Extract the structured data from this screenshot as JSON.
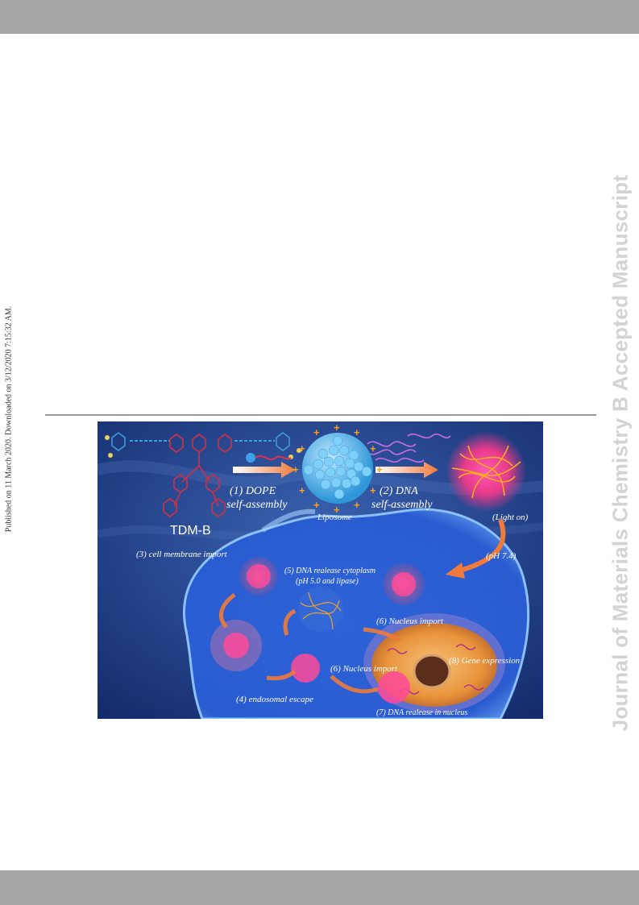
{
  "side_note": "Published on 11 March 2020. Downloaded on 3/12/2020 7:15:32 AM.",
  "watermark": "Journal of Materials Chemistry B Accepted Manuscript",
  "figure": {
    "compound": "TDM-B",
    "step1_line1": "(1) DOPE",
    "step1_line2": "self-assembly",
    "liposome": "Liposome",
    "step2_line1": "(2) DNA",
    "step2_line2": "self-assembly",
    "light_on": "(Light on)",
    "ph74": "(pH 7.4)",
    "step3": "(3) cell membrane import",
    "step5_line1": "(5) DNA realease cytoplasm",
    "step5_line2": "(pH 5.0 and lipase)",
    "step6a": "(6) Nucleus import",
    "step8": "(8) Gene expression",
    "step6b": "(6) Nucleus import",
    "step4": "(4) endosomal escape",
    "step7": "(7) DNA realease in nucleus"
  },
  "colors": {
    "bar": "#a6a6a6",
    "background_blue": "#1c3c88",
    "cell_blue": "#2e6fe6",
    "liposome_blue": "#4fb8f0",
    "plus_orange": "#f5a01e",
    "nucleus_orange": "#e8933a",
    "arrow_orange": "#f07a3a"
  }
}
